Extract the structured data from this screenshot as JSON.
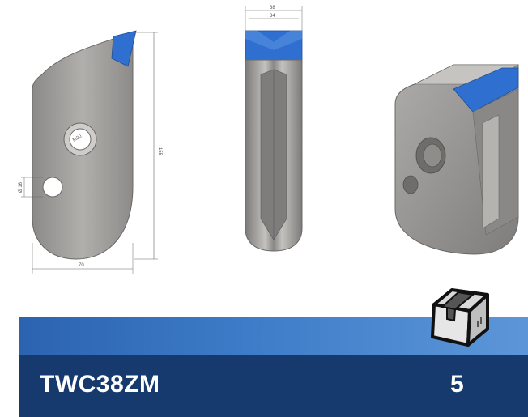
{
  "product": {
    "code": "TWC38ZM",
    "package_quantity": "5"
  },
  "drawing": {
    "dim_height": "155",
    "dim_width": "70",
    "dim_hole": "Ø 16",
    "dim_bore": "M20",
    "dim_top_outer": "38",
    "dim_top_inner": "34"
  },
  "icons": {
    "package": "package-box-icon"
  },
  "colors": {
    "band_light": "#3d7cc8",
    "band_dark": "#173a6e",
    "part_body": "#9c9a97",
    "insert_blue": "#2f6fd0"
  }
}
